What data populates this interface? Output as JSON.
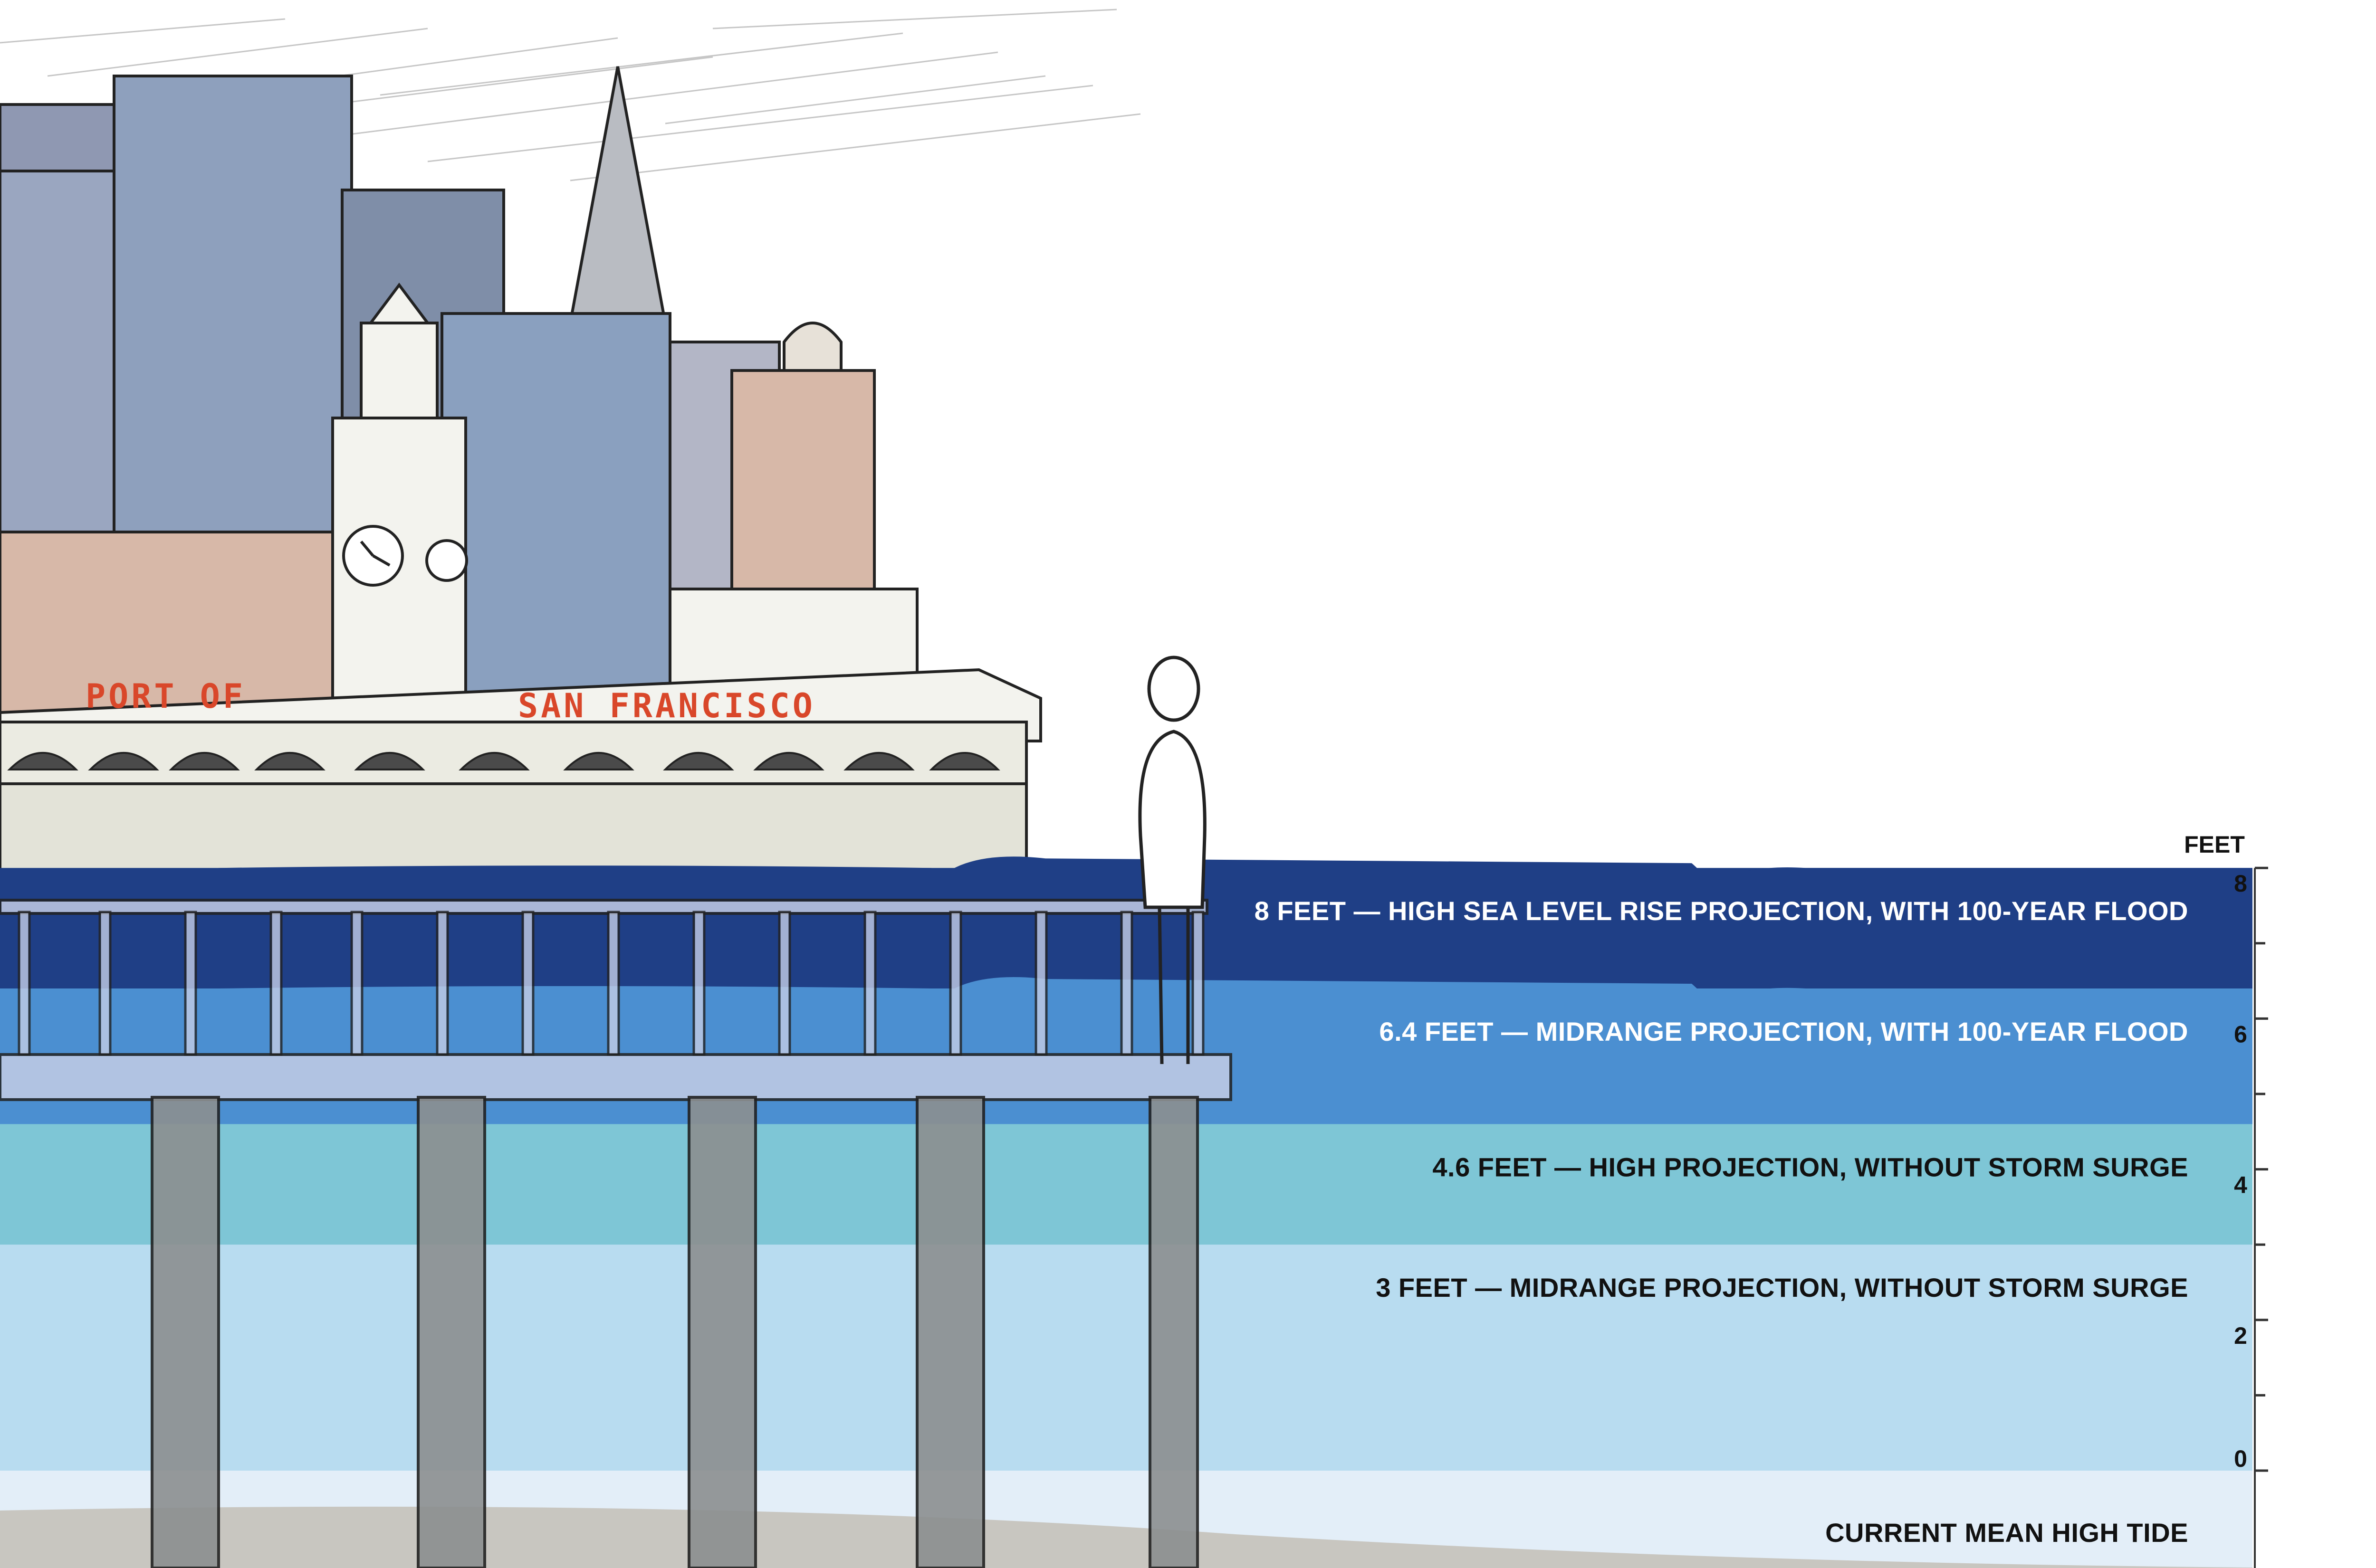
{
  "axis": {
    "unit_label": "FEET",
    "ticks": [
      {
        "value": 8,
        "label": "8"
      },
      {
        "value": 6,
        "label": "6"
      },
      {
        "value": 4,
        "label": "4"
      },
      {
        "value": 2,
        "label": "2"
      },
      {
        "value": 0,
        "label": "0"
      }
    ],
    "minor_ticks": [
      7,
      5,
      3,
      1
    ]
  },
  "levels": [
    {
      "feet": 8,
      "label": "8 FEET — HIGH SEA LEVEL RISE PROJECTION, WITH 100-YEAR FLOOD",
      "color": "#1f3f86",
      "text_dark": false
    },
    {
      "feet": 6.4,
      "label": "6.4 FEET — MIDRANGE PROJECTION, WITH 100-YEAR FLOOD",
      "color": "#4b8fd1",
      "text_dark": false
    },
    {
      "feet": 4.6,
      "label": "4.6 FEET — HIGH PROJECTION, WITHOUT STORM SURGE",
      "color": "#7ec6d6",
      "text_dark": true
    },
    {
      "feet": 3,
      "label": "3 FEET —  MIDRANGE PROJECTION, WITHOUT STORM SURGE",
      "color": "#b8dcf0",
      "text_dark": true
    },
    {
      "feet": 0,
      "label": "CURRENT MEAN HIGH TIDE",
      "color": "#e3eef8",
      "text_dark": true
    }
  ],
  "illustration": {
    "sign_left": "PORT  OF",
    "sign_right": "SAN FRANCISCO"
  },
  "colors": {
    "sky": "#ffffff",
    "seabed": "#c8c6c0",
    "pier": "#b9c4dc",
    "building_blue": "#8ea0bd",
    "building_tan": "#d7b8a8"
  }
}
